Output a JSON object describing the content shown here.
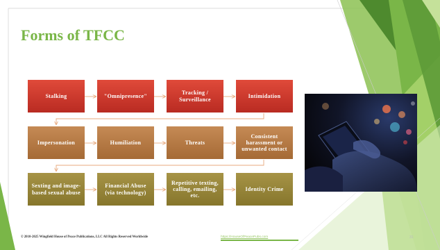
{
  "slide": {
    "title": "Forms of TFCC",
    "boxes": [
      {
        "label": "Stalking",
        "color": "#c0392b"
      },
      {
        "label": "\"Omnipresence\"",
        "color": "#c0392b"
      },
      {
        "label": "Tracking / Surveillance",
        "color": "#c0392b"
      },
      {
        "label": "Intimidation",
        "color": "#c0392b"
      },
      {
        "label": "Impersonation",
        "color": "#b07440"
      },
      {
        "label": "Humiliation",
        "color": "#b07440"
      },
      {
        "label": "Threats",
        "color": "#b07440"
      },
      {
        "label": "Consistent harassment or unwanted contact",
        "color": "#b07440"
      },
      {
        "label": "Sexting and image-based sexual abuse",
        "color": "#958237"
      },
      {
        "label": "Financial Abuse (via technology)",
        "color": "#958237"
      },
      {
        "label": "Repetitive texting, calling, emailing, etc.",
        "color": "#958237"
      },
      {
        "label": "Identity Crime",
        "color": "#958237"
      }
    ],
    "footer": {
      "copyright": "© 2010-2025   Wingfield House of Peace Publications, LLC    All Rights Reserved Worldwide",
      "link": "https://HouseOfPeacePubs.com",
      "page_number": "31"
    },
    "accent_colors": {
      "green": "#7ab648",
      "dark_green": "#4e8a2e",
      "light_green": "#a7d36b"
    }
  }
}
